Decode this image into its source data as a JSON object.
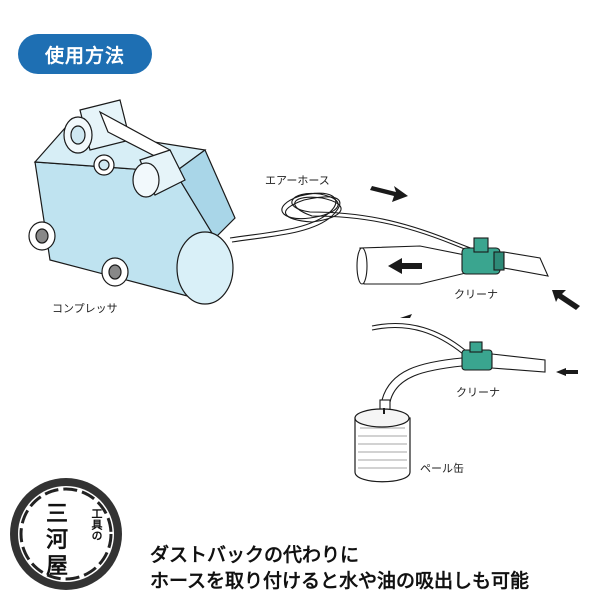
{
  "title": "使用方法",
  "labels": {
    "air_hose": "エアーホース",
    "compressor": "コンプレッサ",
    "cleaner_top": "クリーナ",
    "cleaner_bottom": "クリーナ",
    "pail": "ペール缶"
  },
  "caption": {
    "line1": "ダストバックの代わりに",
    "line2": "ホースを取り付けると水や油の吸出しも可能"
  },
  "logo": {
    "small_text": "工具の",
    "big_text_1": "三",
    "big_text_2": "河",
    "big_text_3": "屋"
  },
  "colors": {
    "title_bg": "#1e6fb3",
    "tank": "#bfe3f0",
    "valve": "#3aa58f",
    "stroke": "#1a1a1a"
  }
}
